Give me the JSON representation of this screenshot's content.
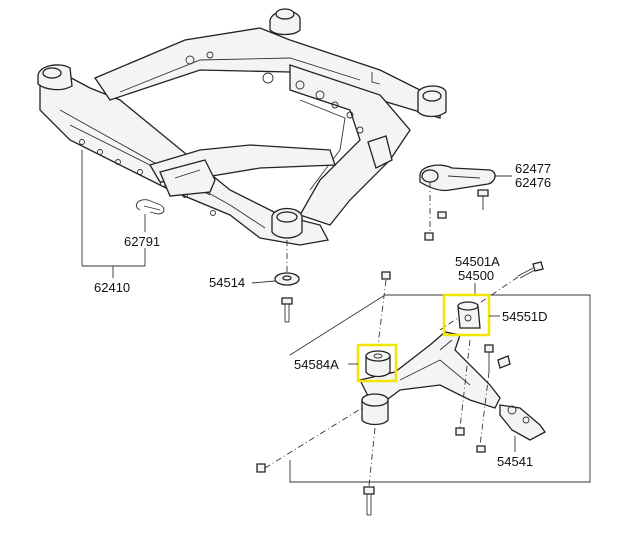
{
  "labels": {
    "p62477": "62477",
    "p62476": "62476",
    "p62791": "62791",
    "p62410": "62410",
    "p54514": "54514",
    "p54501A": "54501A",
    "p54500": "54500",
    "p54551D": "54551D",
    "p54584A": "54584A",
    "p54541": "54541"
  },
  "colors": {
    "highlight": "#f2e600",
    "line": "#222222"
  }
}
